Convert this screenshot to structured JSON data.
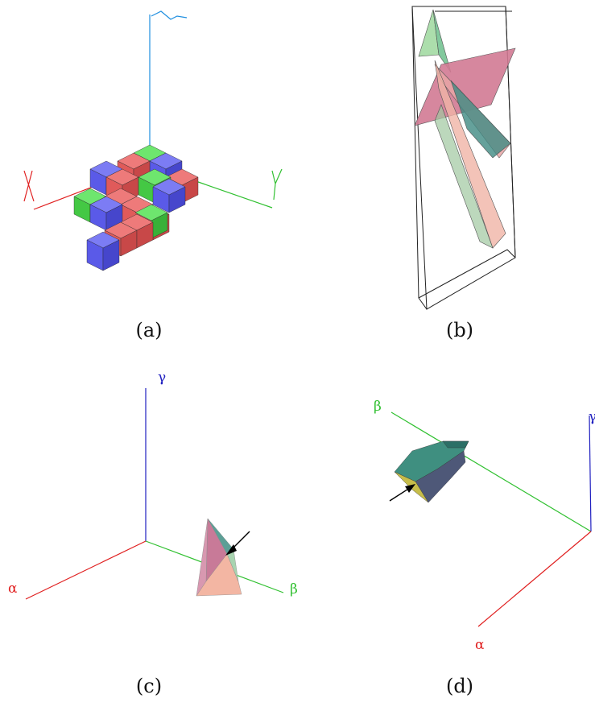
{
  "captions": {
    "a": "(a)",
    "b": "(b)",
    "c": "(c)",
    "d": "(d)"
  },
  "panel_a": {
    "x_label": "X",
    "y_label": "Y",
    "z_label": "Z"
  },
  "panel_c": {
    "alpha": "α",
    "beta": "β",
    "gamma": "γ"
  },
  "panel_d": {
    "alpha": "α",
    "beta": "β",
    "gamma": "γ"
  },
  "colors": {
    "red": "#e05a5a",
    "green": "#4cd94c",
    "blue": "#5a5ae8",
    "axis_red": "#e02020",
    "axis_green": "#30c030",
    "axis_blue": "#2020c0",
    "axis_cyan": "#2090e0",
    "pink": "#d87f9e",
    "salmon": "#f2b4a4",
    "teal": "#3a9080",
    "slate": "#505a78",
    "olive": "#c8c050"
  }
}
